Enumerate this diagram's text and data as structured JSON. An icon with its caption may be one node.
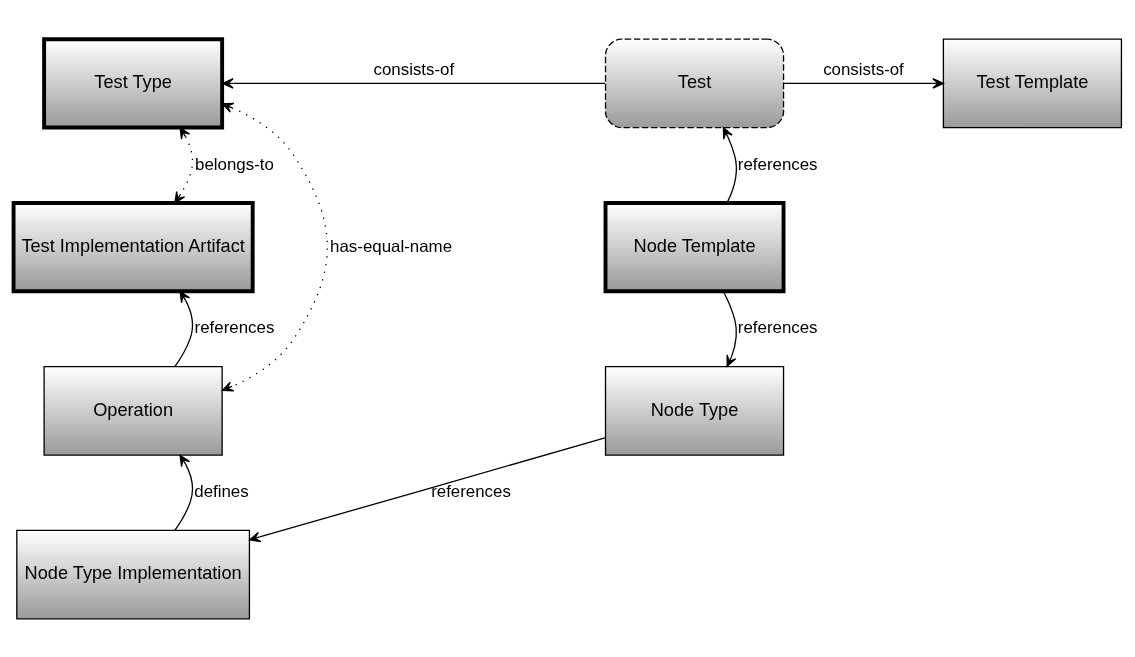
{
  "diagram": {
    "nodes": [
      {
        "text": [
          "Test Type"
        ]
      },
      {
        "text": [
          "Test"
        ]
      },
      {
        "text": [
          "Test Template"
        ]
      },
      {
        "text": [
          "Test Implementation Artifact"
        ]
      },
      {
        "text": [
          "Node Template"
        ]
      },
      {
        "text": [
          "Operation"
        ]
      },
      {
        "text": [
          "Node Type"
        ]
      },
      {
        "text": [
          "Node Type Implementation"
        ]
      }
    ],
    "edges": [
      {
        "from": 1,
        "to": 0,
        "arrow": "to",
        "label": "consists-of"
      },
      {
        "from": 1,
        "to": 2,
        "arrow": "to",
        "label": "consists-of"
      },
      {
        "from": 0,
        "to": 3,
        "arrow": "both",
        "label": "belongs-to",
        "style": "dashed"
      },
      {
        "from": 0,
        "to": 5,
        "arrow": "both",
        "label": "has-equal-name",
        "style": "dashed"
      },
      {
        "from": 4,
        "to": 1,
        "arrow": "to",
        "label": "references"
      },
      {
        "from": 4,
        "to": 6,
        "arrow": "to",
        "label": "references"
      },
      {
        "from": 5,
        "to": 3,
        "arrow": "to",
        "label": "references"
      },
      {
        "from": 7,
        "to": 5,
        "arrow": "to",
        "label": "defines"
      },
      {
        "from": 6,
        "to": 7,
        "arrow": "to",
        "label": "references"
      }
    ]
  }
}
